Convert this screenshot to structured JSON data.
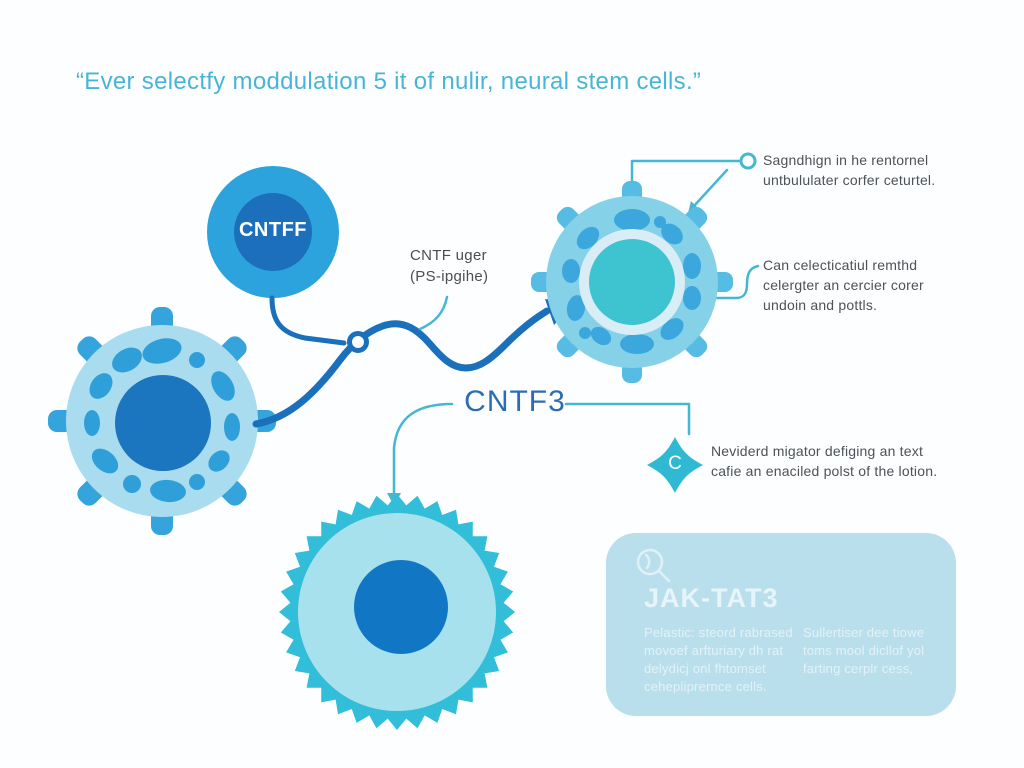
{
  "title": {
    "quote": "“Ever selectfy moddulation 5 it of nulir, neural stem cells.”"
  },
  "molecule": {
    "label": "CNTFF"
  },
  "ligand_note": {
    "lines": [
      "CNTF uger",
      "(PS-ipgihe)"
    ]
  },
  "pathway": {
    "label": "CNTF3"
  },
  "diamond": {
    "label": "C"
  },
  "annotations": {
    "receptor": {
      "lines": [
        "Sagndhign in he rentornel",
        "untbululater corfer ceturtel."
      ]
    },
    "surface": {
      "lines": [
        "Can celecticatiul remthd",
        "celergter an cercier corer",
        "undoin and pottls."
      ]
    },
    "migration": {
      "lines": [
        "Neviderd migator defiging an text",
        "cafie an enaciled polst of the lotion."
      ]
    }
  },
  "panel": {
    "title": "JAK-TAT3",
    "col1": {
      "lines": [
        "Pelastic: steord rabrased",
        "movoef arfturiary dh rat",
        "delydicj onl fhtomset",
        "cehepliprernce cells."
      ]
    },
    "col2": {
      "lines": [
        "Sullertiser dee tiowe",
        "toms mool dicllof yol",
        "farting cerplr cess,"
      ]
    }
  },
  "colors": {
    "background": "#fdfeff",
    "quote_text": "#49b5d6",
    "dark_blue_line": "#1a70bb",
    "teal_line": "#45b7d2",
    "gray_text": "#4d5256",
    "cntf3_text": "#2b6cb4",
    "cell_body_light": "#a9dcee",
    "cell_blob_blue": "#2f9fd9",
    "nucleus_blue": "#1b75bf",
    "teal_nucleus": "#3ec4d1",
    "serrated_teal": "#32bdd8",
    "diamond_teal": "#2fb9d3",
    "panel_bg": "#b9dfec",
    "panel_text": "#e2f2f8"
  }
}
